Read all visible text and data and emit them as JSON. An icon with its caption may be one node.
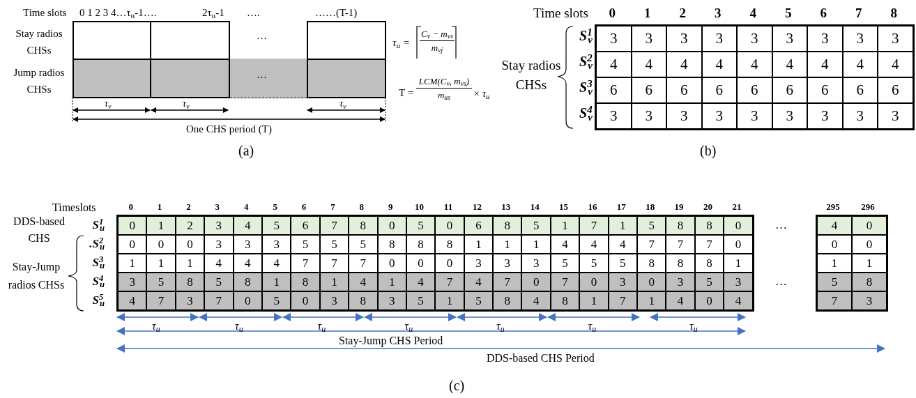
{
  "diagram": {
    "labels": [
      "Time slots",
      "0 1 2 3 4…τ$_{u}$-1….",
      "2τ$_{u}$-1",
      "….",
      "……(T-1)",
      "Stay radios CHSs",
      "…",
      "τ$_{u}$ =",
      "C$_{v}$ − m$_{vs}$",
      "m$_{vj}$",
      "Jump radios CHSs",
      "…",
      "T =",
      "LCM(C$_{v}$, m$_{vs}$)",
      "m$_{us}$",
      "× τ$_{u}$",
      "τ$_{v}$",
      "τ$_{v}$",
      "τ$_{v}$",
      "One CHS period (T)",
      "(a)",
      "Time slots",
      "0",
      "1",
      "2",
      "3",
      "4",
      "5",
      "6",
      "7",
      "8",
      "Stay radios CHSs",
      "S$^{1}$$_{v}$",
      "3",
      "3",
      "3",
      "3",
      "3",
      "3",
      "3",
      "3",
      "3",
      "S$^{2}$$_{v}$",
      "4",
      "4",
      "4",
      "4",
      "4",
      "4",
      "4",
      "4",
      "4",
      "S$^{3}$$_{v}$",
      "6",
      "6",
      "6",
      "6",
      "6",
      "6",
      "6",
      "6",
      "6",
      "S$^{4}$$_{v}$",
      "3",
      "3",
      "3",
      "3",
      "3",
      "3",
      "3",
      "3",
      "3",
      "(b)",
      "Timeslots",
      "0",
      "1",
      "2",
      "3",
      "4",
      "5",
      "6",
      "7",
      "8",
      "9",
      "10",
      "11",
      "12",
      "13",
      "14",
      "15",
      "16",
      "17",
      "18",
      "19",
      "20",
      "21",
      "295",
      "296",
      "DDS-based CHS",
      "Stay-Jump radios CHSs",
      "S$^{1}$$_{u}$",
      "0",
      "1",
      "2",
      "3",
      "4",
      "5",
      "6",
      "7",
      "8",
      "0",
      "5",
      "0",
      "6",
      "8",
      "5",
      "1",
      "7",
      "1",
      "5",
      "8",
      "8",
      "0",
      "…",
      "4",
      "0",
      ".S$^{2}$$_{u}$",
      "0",
      "0",
      "0",
      "3",
      "3",
      "3",
      "5",
      "5",
      "5",
      "8",
      "8",
      "8",
      "1",
      "1",
      "1",
      "4",
      "4",
      "4",
      "7",
      "7",
      "7",
      "0",
      "0",
      "0",
      "S$^{3}$$_{u}$",
      "1",
      "1",
      "1",
      "4",
      "4",
      "4",
      "7",
      "7",
      "7",
      "0",
      "0",
      "0",
      "3",
      "3",
      "3",
      "5",
      "5",
      "5",
      "8",
      "8",
      "8",
      "1",
      "1",
      "1",
      "S$^{4}$$_{u}$",
      "3",
      "5",
      "8",
      "5",
      "8",
      "1",
      "8",
      "1",
      "4",
      "1",
      "4",
      "7",
      "4",
      "7",
      "0",
      "7",
      "0",
      "3",
      "0",
      "3",
      "5",
      "3",
      "…",
      "5",
      "8",
      "S$^{5}$$_{u}$",
      "4",
      "7",
      "3",
      "7",
      "0",
      "5",
      "0",
      "3",
      "8",
      "3",
      "5",
      "1",
      "5",
      "8",
      "4",
      "8",
      "1",
      "7",
      "1",
      "4",
      "0",
      "4",
      "7",
      "3",
      "τ$_{u}$",
      "τ$_{u}$",
      "τ$_{u}$",
      "τ$_{u}$",
      "τ$_{u}$",
      "τ$_{u}$",
      "τ$_{u}$",
      "Stay-Jump CHS Period",
      "DDS-based CHS Period",
      "(c)"
    ]
  }
}
